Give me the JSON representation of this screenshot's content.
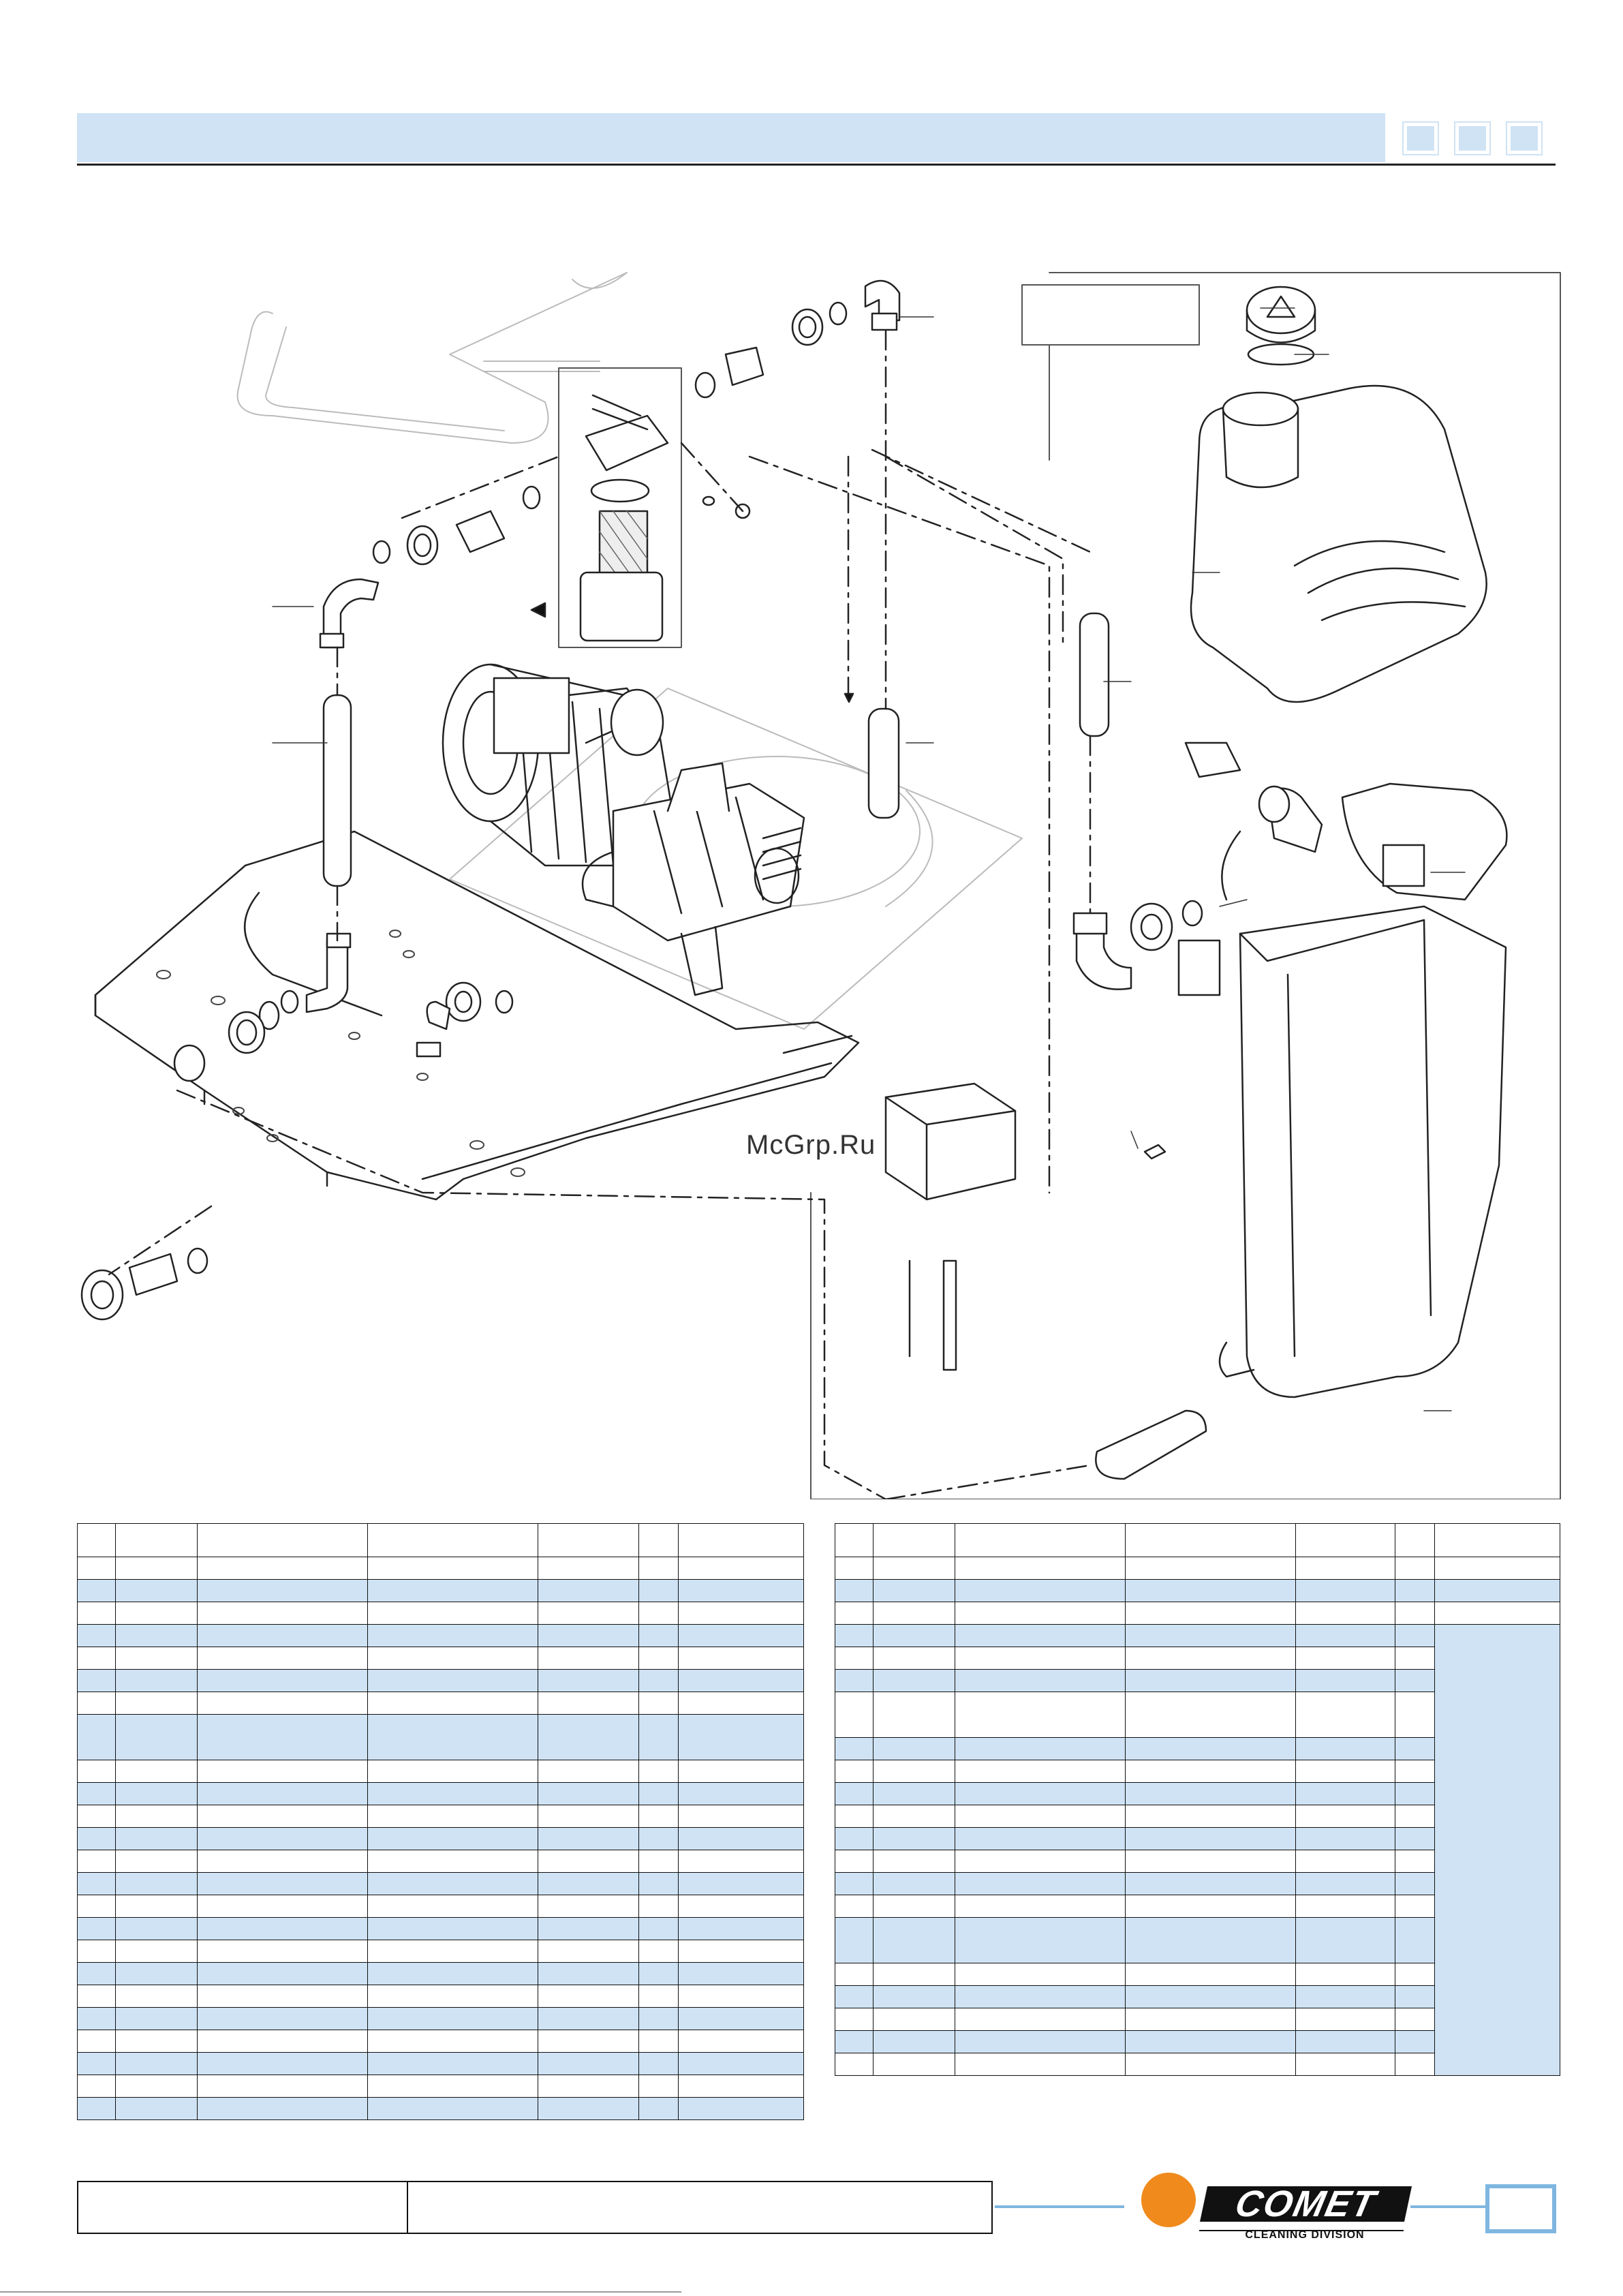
{
  "watermark": "McGrp.Ru",
  "brand": {
    "name": "COMET",
    "tagline": "CLEANING DIVISION",
    "accent_orange": "#f08a1c",
    "accent_blue": "#7fb6e0",
    "header_blue": "#cfe3f4"
  },
  "icons": {
    "header_boxes": [
      "square-icon",
      "square-icon",
      "square-icon"
    ],
    "logo": "comet-logo-icon"
  },
  "tables": {
    "left_rows": 24,
    "right_rows": 21
  }
}
